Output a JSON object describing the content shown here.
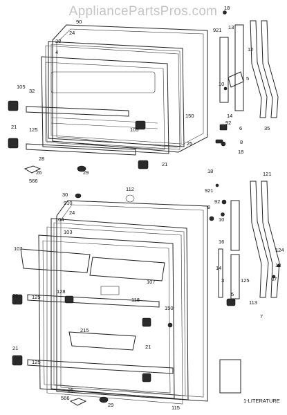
{
  "watermark": "AppliancePartsPros.com",
  "literature_label": "1-LITERATURE",
  "callouts": [
    "18",
    "90",
    "24",
    "23",
    "4",
    "105",
    "32",
    "21",
    "125",
    "28",
    "26",
    "566",
    "29",
    "150",
    "105",
    "25",
    "8",
    "18",
    "6",
    "35",
    "921",
    "13",
    "12",
    "5",
    "10",
    "14",
    "92",
    "21",
    "30",
    "910",
    "112",
    "24",
    "104",
    "103",
    "107",
    "21",
    "125",
    "128",
    "118",
    "107",
    "215",
    "21",
    "125",
    "150",
    "21",
    "26",
    "566",
    "29",
    "115",
    "18",
    "92",
    "8",
    "10",
    "921",
    "16",
    "14",
    "3",
    "125",
    "5",
    "113",
    "7",
    "121",
    "124",
    "13",
    "87"
  ]
}
